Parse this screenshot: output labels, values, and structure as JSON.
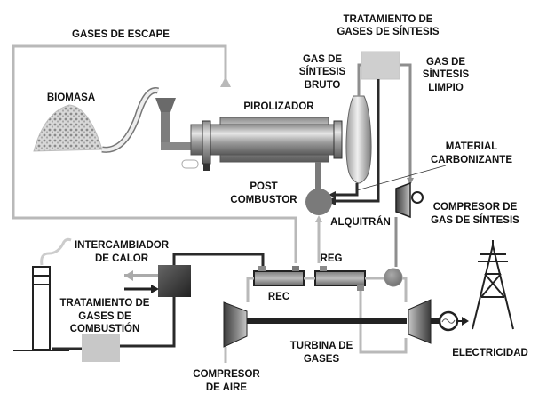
{
  "title": "Diagrama de planta de pirólisis de biomasa con turbina de gas",
  "labels": {
    "exhaust_gases": "GASES DE ESCAPE",
    "syngas_treatment": [
      "TRATAMIENTO DE",
      "GASES DE SÍNTESIS"
    ],
    "raw_syngas": [
      "GAS DE",
      "SÍNTESIS",
      "BRUTO"
    ],
    "clean_syngas": [
      "GAS DE",
      "SÍNTESIS",
      "LIMPIO"
    ],
    "biomass": "BIOMASA",
    "pyrolyzer": "PIROLIZADOR",
    "char_material": [
      "MATERIAL",
      "CARBONIZANTE"
    ],
    "post_combustor": [
      "POST",
      "COMBUSTOR"
    ],
    "tar": "ALQUITRÁN",
    "syngas_compressor": [
      "COMPRESOR DE",
      "GAS DE SÍNTESIS"
    ],
    "heat_exchanger": [
      "INTERCAMBIADOR",
      "DE CALOR"
    ],
    "rec": "REC",
    "reg": "REG",
    "flue_gas_treatment": [
      "TRATAMIENTO DE",
      "GASES DE",
      "COMBUSTIÓN"
    ],
    "gas_turbine": [
      "TURBINA DE",
      "GASES"
    ],
    "electricity": "ELECTRICIDAD",
    "air_compressor": [
      "COMPRESOR",
      "DE AIRE"
    ]
  },
  "colors": {
    "text": "#111111",
    "pipe_light": "#b9b9b9",
    "pipe_dark": "#2a2a2a",
    "box_light": "#cfcfcf",
    "component_dark": "#555555"
  }
}
